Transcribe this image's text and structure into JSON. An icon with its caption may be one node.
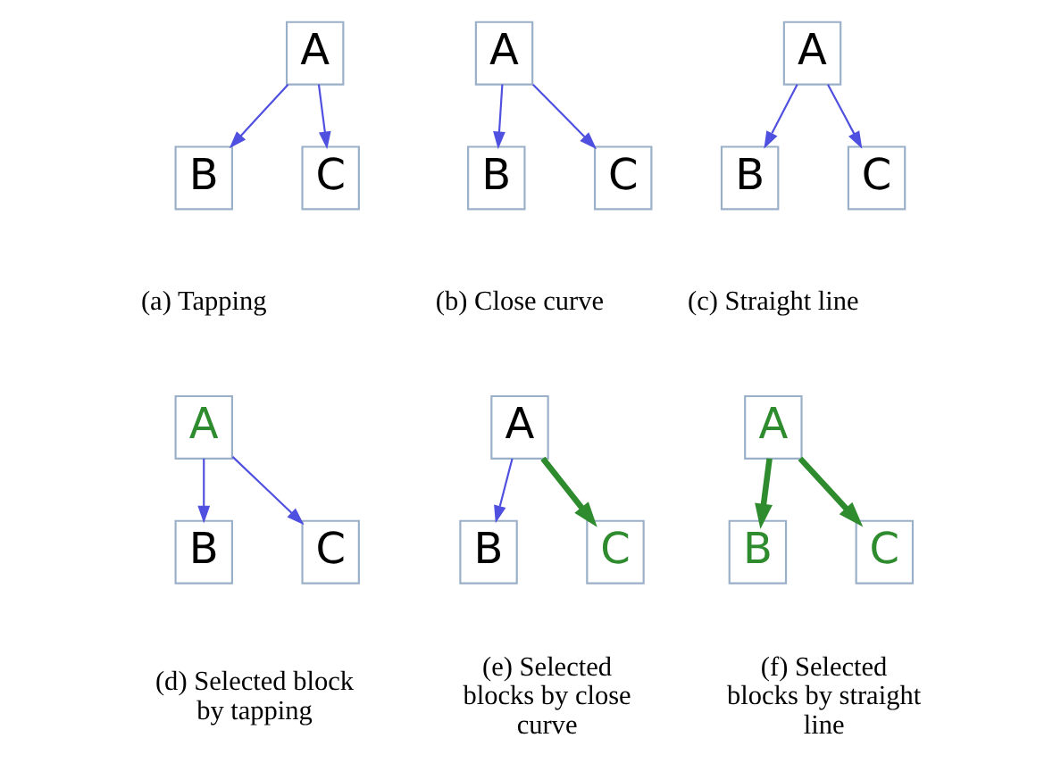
{
  "diagram": {
    "nodes": [
      {
        "text": [
          "A"
        ]
      },
      {
        "text": [
          "B"
        ]
      },
      {
        "text": [
          "C"
        ]
      },
      {
        "text": [
          "A"
        ]
      },
      {
        "text": [
          "B"
        ]
      },
      {
        "text": [
          "C"
        ]
      },
      {
        "text": [
          "A"
        ]
      },
      {
        "text": [
          "B"
        ]
      },
      {
        "text": [
          "C"
        ]
      },
      {
        "text": [
          "A"
        ]
      },
      {
        "text": [
          "B"
        ]
      },
      {
        "text": [
          "C"
        ]
      },
      {
        "text": [
          "A"
        ]
      },
      {
        "text": [
          "B"
        ]
      },
      {
        "text": [
          "C"
        ]
      },
      {
        "text": [
          "A"
        ]
      },
      {
        "text": [
          "B"
        ]
      },
      {
        "text": [
          "C"
        ]
      }
    ],
    "edges": [
      {
        "from": 0,
        "to": 1,
        "arrow": "to"
      },
      {
        "from": 0,
        "to": 2,
        "arrow": "to"
      },
      {
        "from": 3,
        "to": 4,
        "arrow": "to"
      },
      {
        "from": 3,
        "to": 5,
        "arrow": "to"
      },
      {
        "from": 6,
        "to": 7,
        "arrow": "to"
      },
      {
        "from": 6,
        "to": 8,
        "arrow": "to"
      },
      {
        "from": 9,
        "to": 10,
        "arrow": "to"
      },
      {
        "from": 9,
        "to": 11,
        "arrow": "to"
      },
      {
        "from": 12,
        "to": 13,
        "arrow": "to"
      },
      {
        "from": 12,
        "to": 14,
        "arrow": "to",
        "style": "thick",
        "color": "#2e8b2e"
      },
      {
        "from": 15,
        "to": 16,
        "arrow": "to",
        "style": "thick",
        "color": "#2e8b2e"
      },
      {
        "from": 15,
        "to": 17,
        "arrow": "to",
        "style": "thick",
        "color": "#2e8b2e"
      }
    ],
    "labels": [
      "(a) Tapping",
      "(b) Close curve",
      "(c) Straight line",
      "(d) Selected block by tapping",
      "(e) Selected blocks by close curve",
      "(f) Selected blocks by straight line"
    ]
  }
}
